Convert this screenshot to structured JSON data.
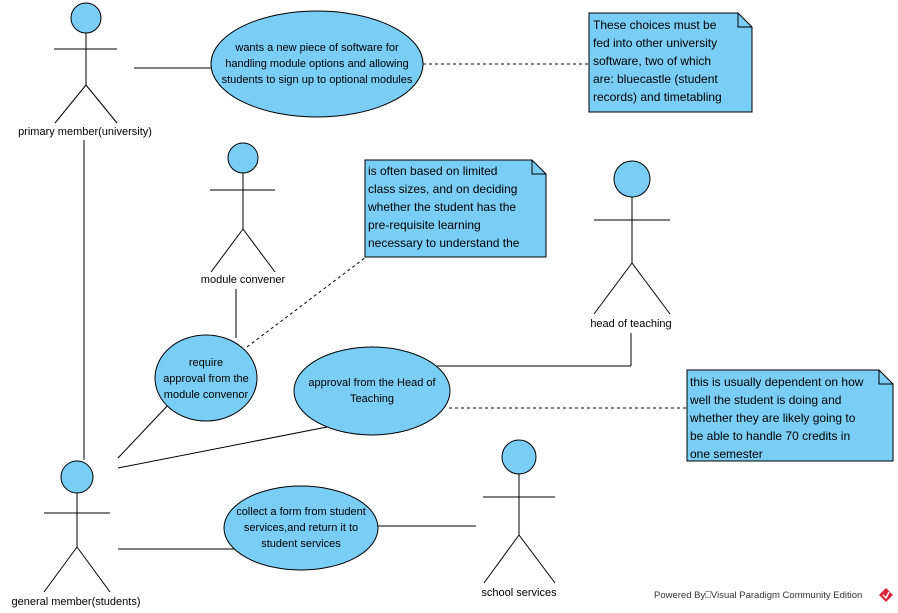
{
  "actors": {
    "primary": "primary member(university)",
    "convener": "module convener",
    "head": "head of teaching",
    "students": "general member(students)",
    "school": "school services"
  },
  "use_cases": {
    "software": "wants a new piece of software for handling module options and allowing students to sign up to optional modules",
    "convenor_approval": "require\napproval from the\nmodule convenor",
    "head_approval": "approval from the Head of Teaching",
    "form": "collect a form from student services,and return it to student services"
  },
  "notes": {
    "choices": " These choices must be\nfed into other university\nsoftware, two of which\nare: bluecastle (student\nrecords) and timetabling\n(...)",
    "class_sizes": "is often based on limited\nclass sizes, and on deciding\nwhether the student has the\npre-requisite learning\nnecessary to understand the",
    "credits": "this is usually dependent on how\nwell the student is doing and\nwhether they are likely going to\nbe able to handle 70 credits in\none semester"
  },
  "watermark": "Powered By⎕Visual Paradigm Community Edition",
  "colors": {
    "fill": "#7acdf4",
    "stroke": "#000000",
    "logo": "#d9263c"
  }
}
